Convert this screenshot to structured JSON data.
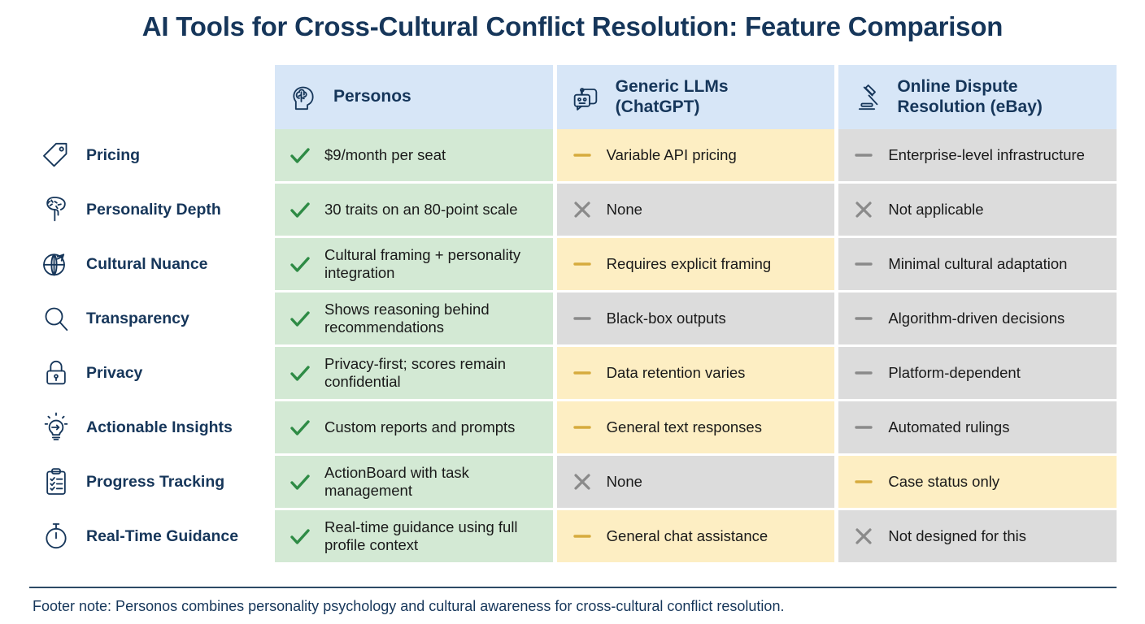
{
  "title": "AI Tools for Cross-Cultural Conflict Resolution: Feature Comparison",
  "colors": {
    "title": "#16365a",
    "header_bg": "#d7e6f7",
    "good_bg": "#d3e9d4",
    "warn_bg": "#fdeec3",
    "none_bg": "#dcdcdc",
    "check": "#2e8b45",
    "dash_warn": "#d6ab3e",
    "dash_none": "#8a8a8a",
    "cross": "#8a8a8a"
  },
  "columns": [
    {
      "label": "Personos",
      "icon": "head-brain-icon"
    },
    {
      "label": "Generic LLMs\n(ChatGPT)",
      "line1": "Generic LLMs",
      "line2": "(ChatGPT)",
      "icon": "robot-icon"
    },
    {
      "label": "Online Dispute\nResolution (eBay)",
      "line1": "Online Dispute",
      "line2": "Resolution (eBay)",
      "icon": "gavel-icon"
    }
  ],
  "rows": [
    {
      "label": "Pricing",
      "icon": "price-tag-icon",
      "cells": [
        {
          "status": "good",
          "mark": "check-icon",
          "text": "$9/month per seat"
        },
        {
          "status": "warn",
          "mark": "dash-icon",
          "text": "Variable API pricing"
        },
        {
          "status": "none",
          "mark": "dash-icon",
          "text": "Enterprise-level infrastructure"
        }
      ]
    },
    {
      "label": "Personality Depth",
      "icon": "brain-icon",
      "cells": [
        {
          "status": "good",
          "mark": "check-icon",
          "text": "30 traits on an 80-point scale"
        },
        {
          "status": "none",
          "mark": "cross-icon",
          "text": "None"
        },
        {
          "status": "none",
          "mark": "cross-icon",
          "text": "Not applicable"
        }
      ]
    },
    {
      "label": "Cultural Nuance",
      "icon": "globe-arrow-icon",
      "cells": [
        {
          "status": "good",
          "mark": "check-icon",
          "text": "Cultural framing + personality integration"
        },
        {
          "status": "warn",
          "mark": "dash-icon",
          "text": "Requires explicit framing"
        },
        {
          "status": "none",
          "mark": "dash-icon",
          "text": "Minimal cultural adaptation"
        }
      ]
    },
    {
      "label": "Transparency",
      "icon": "magnifier-icon",
      "cells": [
        {
          "status": "good",
          "mark": "check-icon",
          "text": "Shows reasoning behind recommendations"
        },
        {
          "status": "none",
          "mark": "dash-icon",
          "text": "Black-box outputs"
        },
        {
          "status": "none",
          "mark": "dash-icon",
          "text": "Algorithm-driven decisions"
        }
      ]
    },
    {
      "label": "Privacy",
      "icon": "lock-icon",
      "cells": [
        {
          "status": "good",
          "mark": "check-icon",
          "text": "Privacy-first; scores remain confidential"
        },
        {
          "status": "warn",
          "mark": "dash-icon",
          "text": "Data retention varies"
        },
        {
          "status": "none",
          "mark": "dash-icon",
          "text": "Platform-dependent"
        }
      ]
    },
    {
      "label": "Actionable Insights",
      "icon": "lightbulb-arrow-icon",
      "cells": [
        {
          "status": "good",
          "mark": "check-icon",
          "text": "Custom reports and prompts"
        },
        {
          "status": "warn",
          "mark": "dash-icon",
          "text": "General text responses"
        },
        {
          "status": "none",
          "mark": "dash-icon",
          "text": "Automated rulings"
        }
      ]
    },
    {
      "label": "Progress Tracking",
      "icon": "clipboard-check-icon",
      "cells": [
        {
          "status": "good",
          "mark": "check-icon",
          "text": "ActionBoard with task management"
        },
        {
          "status": "none",
          "mark": "cross-icon",
          "text": "None"
        },
        {
          "status": "warn",
          "mark": "dash-icon",
          "text": "Case status only"
        }
      ]
    },
    {
      "label": "Real-Time Guidance",
      "icon": "stopwatch-icon",
      "cells": [
        {
          "status": "good",
          "mark": "check-icon",
          "text": "Real-time guidance using full profile context"
        },
        {
          "status": "warn",
          "mark": "dash-icon",
          "text": "General chat assistance"
        },
        {
          "status": "none",
          "mark": "cross-icon",
          "text": "Not designed for this"
        }
      ]
    }
  ],
  "footer": {
    "note": "Footer note: Personos combines personality psychology and cultural awareness for cross-cultural conflict resolution."
  }
}
